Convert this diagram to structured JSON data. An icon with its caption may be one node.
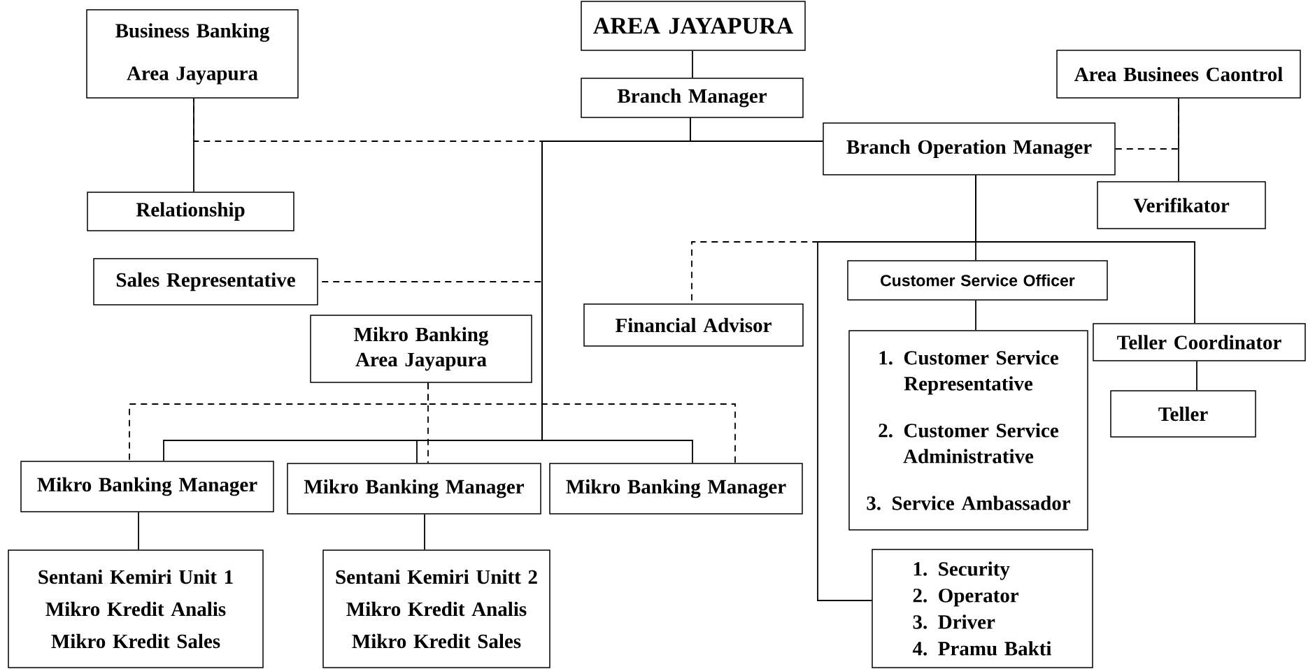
{
  "diagram": {
    "nodes": [
      {
        "text": [
          "Business Banking Area Jayapura"
        ]
      },
      {
        "text": [
          "AREA JAYAPURA"
        ]
      },
      {
        "text": [
          "Branch Manager"
        ]
      },
      {
        "text": [
          "Area Businees Caontrol"
        ]
      },
      {
        "text": [
          "Branch Operation Manager"
        ]
      },
      {
        "text": [
          "Relationship"
        ]
      },
      {
        "text": [
          "Verifikator"
        ]
      },
      {
        "text": [
          "Sales Representative"
        ]
      },
      {
        "text": [
          "Customer Service Officer"
        ]
      },
      {
        "text": [
          "Financial Advisor"
        ]
      },
      {
        "text": [
          "Mikro Banking Area Jayapura"
        ]
      },
      {
        "text": [
          "1. Customer Service Representative",
          "2. Customer Service Administrative",
          "3. Service Ambassador"
        ]
      },
      {
        "text": [
          "Teller Coordinator"
        ]
      },
      {
        "text": [
          "Teller"
        ]
      },
      {
        "text": [
          "Mikro Banking Manager"
        ]
      },
      {
        "text": [
          "Mikro Banking Manager"
        ]
      },
      {
        "text": [
          "Mikro Banking Manager"
        ]
      },
      {
        "text": [
          "Sentani Kemiri Unit 1",
          "Mikro Kredit Analis",
          "Mikro Kredit Sales"
        ]
      },
      {
        "text": [
          "Sentani Kemiri Unitt 2",
          "Mikro Kredit Analis",
          "Mikro Kredit Sales"
        ]
      },
      {
        "text": [
          "1. Security",
          "2. Operator",
          "3. Driver",
          "4. Pramu Bakti"
        ]
      }
    ],
    "edges": [
      {
        "from": 1,
        "to": 2,
        "arrow": "none"
      },
      {
        "from": 0,
        "to": 5,
        "arrow": "none"
      },
      {
        "from": 2,
        "to": 4,
        "arrow": "none"
      },
      {
        "from": 2,
        "to": 14,
        "arrow": "none"
      },
      {
        "from": 2,
        "to": 15,
        "arrow": "none"
      },
      {
        "from": 2,
        "to": 16,
        "arrow": "none"
      },
      {
        "from": 3,
        "to": 6,
        "arrow": "none"
      },
      {
        "from": 4,
        "to": 8,
        "arrow": "none"
      },
      {
        "from": 4,
        "to": 12,
        "arrow": "none"
      },
      {
        "from": 4,
        "to": 19,
        "arrow": "none"
      },
      {
        "from": 8,
        "to": 11,
        "arrow": "none"
      },
      {
        "from": 12,
        "to": 13,
        "arrow": "none"
      },
      {
        "from": 14,
        "to": 17,
        "arrow": "none"
      },
      {
        "from": 15,
        "to": 18,
        "arrow": "none"
      },
      {
        "from": 2,
        "to": 0,
        "arrow": "none",
        "style": "dashed"
      },
      {
        "from": 2,
        "to": 7,
        "arrow": "none",
        "style": "dashed"
      },
      {
        "from": 4,
        "to": 3,
        "arrow": "none",
        "style": "dashed"
      },
      {
        "from": 4,
        "to": 9,
        "arrow": "none",
        "style": "dashed"
      },
      {
        "from": 10,
        "to": 14,
        "arrow": "none",
        "style": "dashed"
      },
      {
        "from": 10,
        "to": 15,
        "arrow": "none",
        "style": "dashed"
      },
      {
        "from": 10,
        "to": 16,
        "arrow": "none",
        "style": "dashed"
      }
    ]
  }
}
